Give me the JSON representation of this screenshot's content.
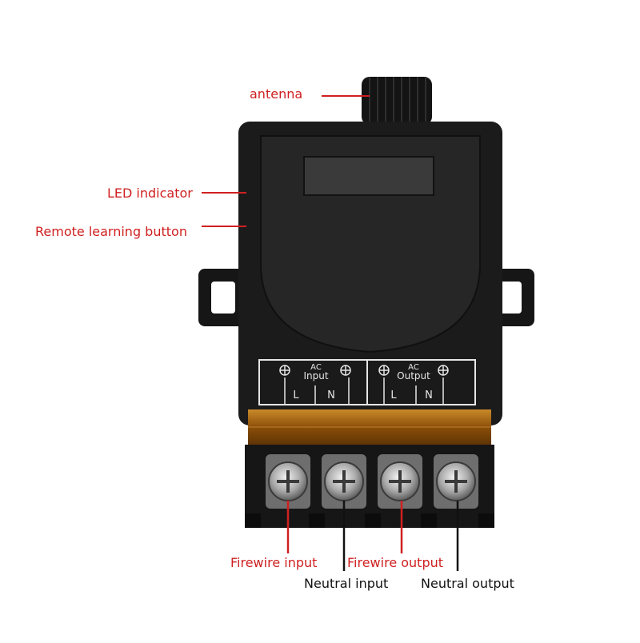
{
  "callouts": {
    "antenna": "antenna",
    "led": "LED indicator",
    "learning": "Remote learning button",
    "fire_in": "Firewire input",
    "neutral_in": "Neutral input",
    "fire_out": "Firewire output",
    "neutral_out": "Neutral output"
  },
  "panel": {
    "ac_left": "AC",
    "input": "Input",
    "ac_right": "AC",
    "output": "Output",
    "l1": "L",
    "n1": "N",
    "l2": "L",
    "n2": "N"
  },
  "colors": {
    "callout_red": "#d02020",
    "body": "#1b1b1b",
    "amber": "#b0680a"
  }
}
